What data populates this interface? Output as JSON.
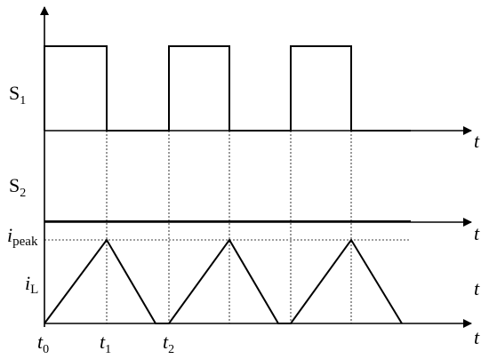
{
  "signals": {
    "s1": {
      "base": "S",
      "sub": "1"
    },
    "s2": {
      "base": "S",
      "sub": "2"
    },
    "il": {
      "base": "i",
      "sub": "L"
    },
    "ipeak": {
      "base": "i",
      "sub": "peak"
    }
  },
  "axes": {
    "t_label": "t"
  },
  "time_markers": [
    {
      "base": "t",
      "sub": "0"
    },
    {
      "base": "t",
      "sub": "1"
    },
    {
      "base": "t",
      "sub": "2"
    }
  ],
  "waveform": {
    "s1_pulses": 3,
    "s2_level": "low",
    "il_shape": "triangular",
    "il_cycles": 3
  }
}
